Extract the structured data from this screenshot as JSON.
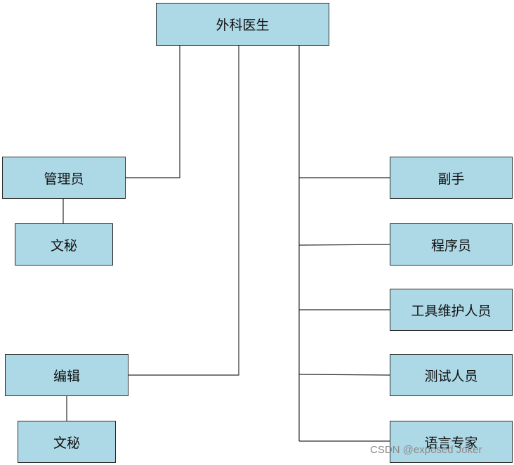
{
  "diagram": {
    "root": "外科医生",
    "manager": "管理员",
    "manager_secretary": "文秘",
    "editor": "编辑",
    "editor_secretary": "文秘",
    "assistant": "副手",
    "programmer": "程序员",
    "toolsmith": "工具维护人员",
    "tester": "测试人员",
    "language_lawyer": "语言专家"
  },
  "colors": {
    "node_fill": "#add8e6",
    "node_border": "#2b2b2b",
    "line": "#2b2b2b",
    "watermark": "#8a8a8a"
  },
  "watermark": "CSDN @exposed Joker"
}
